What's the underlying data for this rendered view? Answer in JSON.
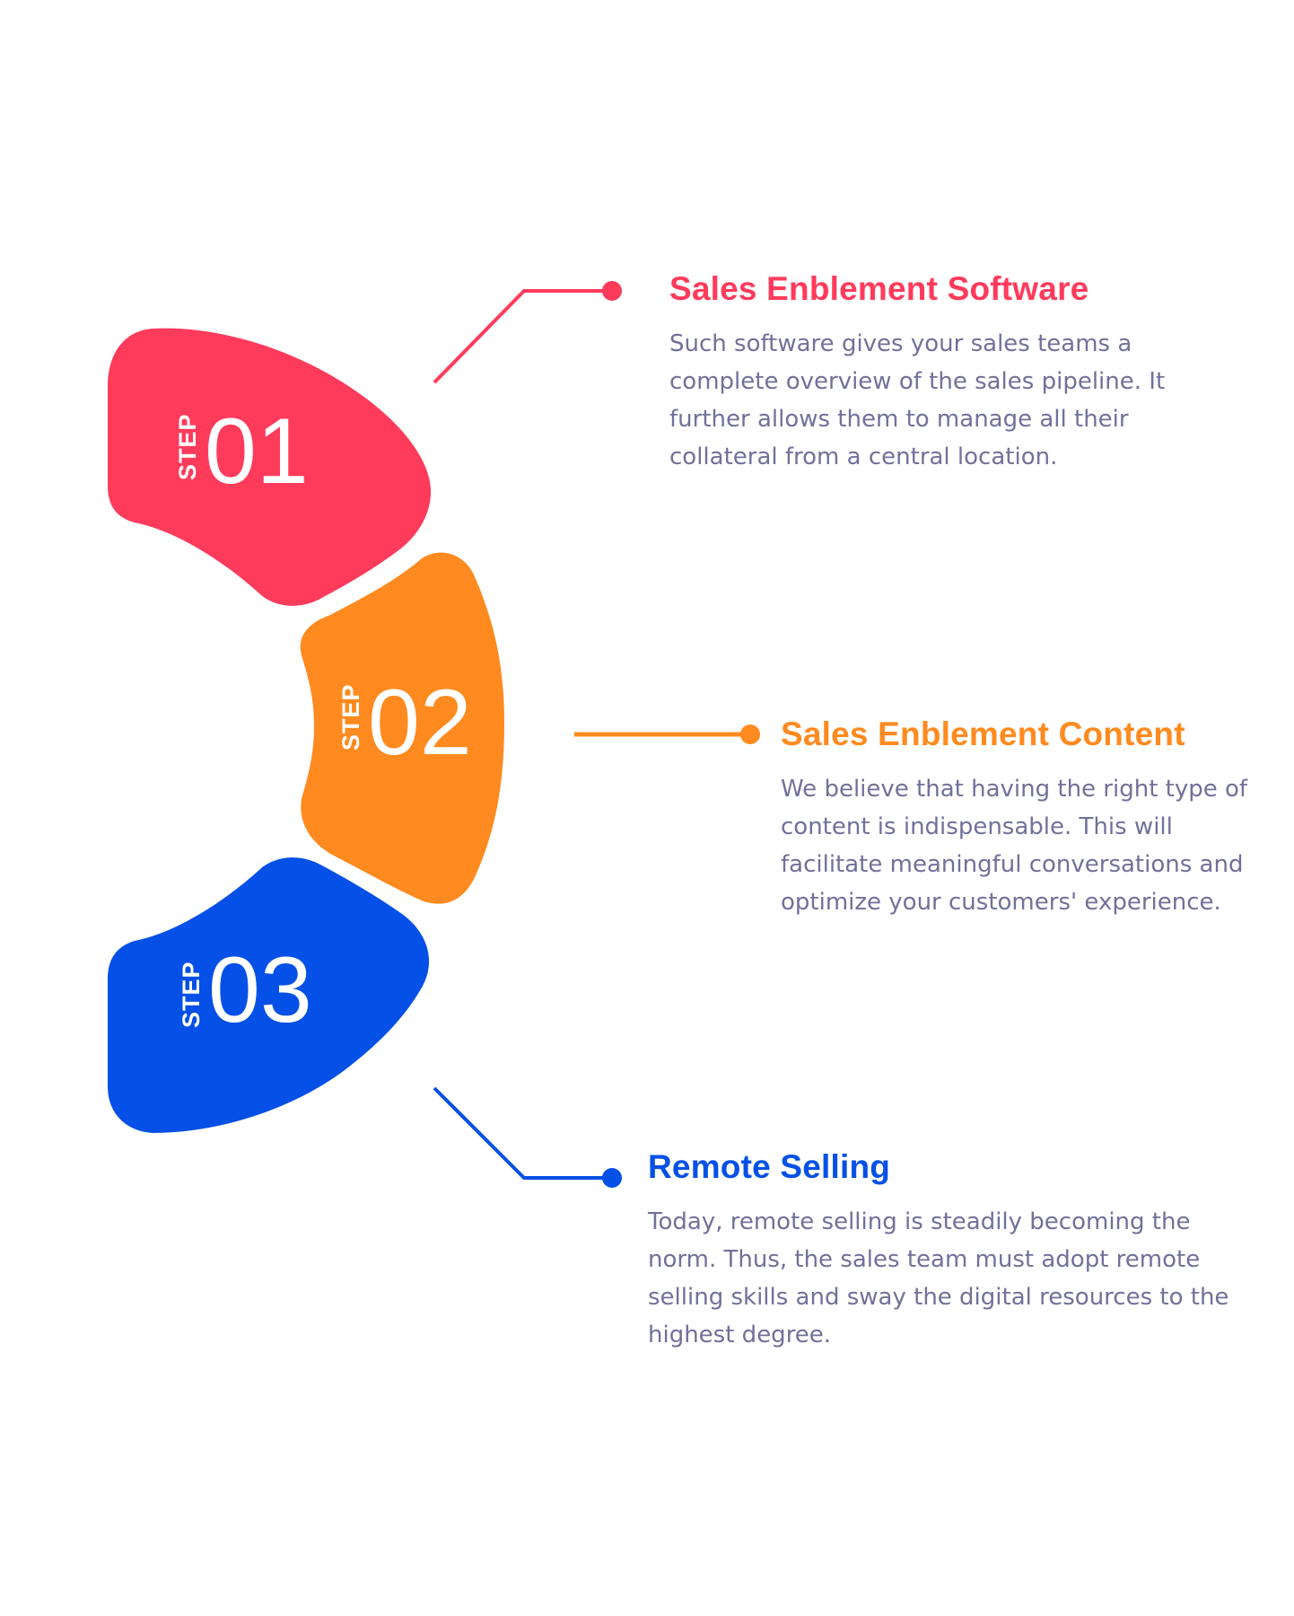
{
  "colors": {
    "step1": "#FF3B5C",
    "step2": "#FF8A1F",
    "step3": "#0550E6",
    "body_text": "#70719A",
    "background": "#FFFFFF"
  },
  "steps": [
    {
      "label": "STEP",
      "number": "01",
      "title": "Sales Enblement Software",
      "description": "Such software gives your sales teams a complete overview of the sales pipeline. It further allows them to manage all their collateral from a central location."
    },
    {
      "label": "STEP",
      "number": "02",
      "title": "Sales Enblement Content",
      "description": "We believe that having the right type of content is indispensable. This will facilitate meaningful conversations and optimize your customers' experience."
    },
    {
      "label": "STEP",
      "number": "03",
      "title": "Remote Selling",
      "description": "Today, remote selling is steadily becoming the norm. Thus, the sales team must adopt remote selling skills and sway the digital resources to the highest degree."
    }
  ]
}
